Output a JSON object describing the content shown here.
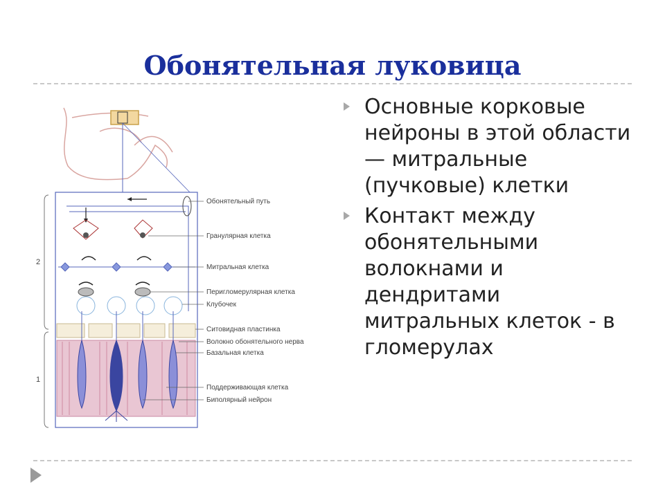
{
  "slide": {
    "title": "Обонятельная луковица",
    "bullets": [
      "Основные корковые нейроны в этой области — митральные (пучковые) клетки",
      "Контакт между обонятельными волокнами и дендритами митральных клеток - в гломерулах"
    ]
  },
  "diagram": {
    "labels": [
      "Обонятельный путь",
      "Гранулярная клетка",
      "Митральная клетка",
      "Перигломерулярная клетка",
      "Клубочек",
      "Ситовидная пластинка",
      "Волокно обонятельного нерва",
      "Базальная клетка",
      "Поддерживающая клетка",
      "Биполярный нейрон"
    ],
    "side_labels": [
      "2",
      "1"
    ]
  },
  "colors": {
    "title": "#1a2f9c",
    "neuron": "#5566bb",
    "epithelium": "#e9c6d3"
  }
}
